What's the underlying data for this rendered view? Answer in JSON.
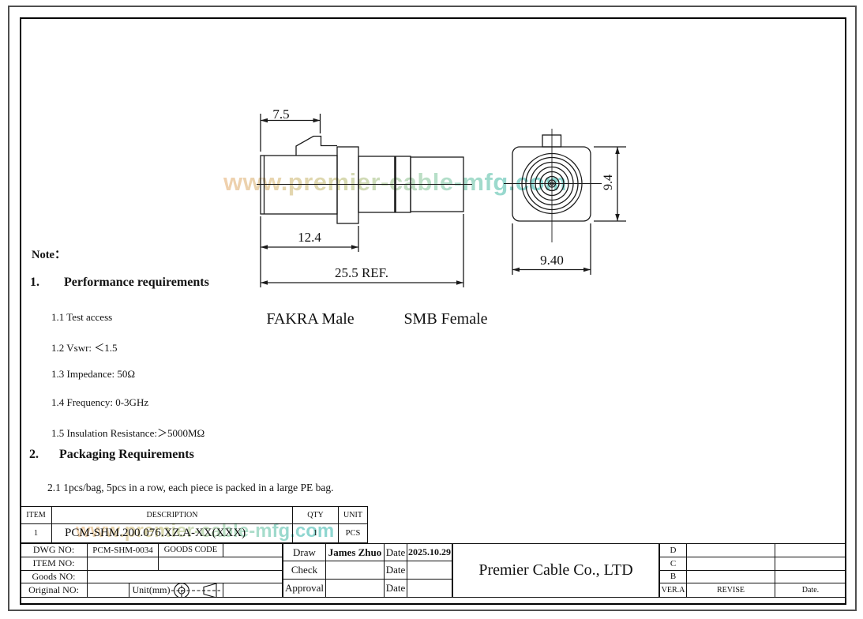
{
  "watermark": {
    "text": "www.premier-cable-mfg.com",
    "gradient_colors": [
      "#eec9a0",
      "#d6d2a0",
      "#aadabf",
      "#7bd0c8"
    ]
  },
  "drawing": {
    "dims": {
      "top_width": "7.5",
      "body_length": "12.4",
      "overall_length": "25.5 REF.",
      "front_height": "9.4",
      "front_width": "9.40"
    },
    "labels": {
      "left_view": "FAKRA Male",
      "right_view": "SMB Female"
    }
  },
  "notes": {
    "heading": "Note：",
    "sections": [
      {
        "number": "1.",
        "title": "Performance requirements",
        "items": [
          "1.1 Test access",
          "1.2 Vswr: ＜1.5",
          "1.3 Impedance: 50Ω",
          "1.4 Frequency: 0-3GHz",
          "1.5 Insulation Resistance:＞5000MΩ"
        ]
      },
      {
        "number": "2.",
        "title": "Packaging Requirements",
        "items": [
          "2.1 1pcs/bag, 5pcs in a row, each piece is packed in a large PE bag."
        ]
      }
    ]
  },
  "parts_table": {
    "headers": {
      "item": "ITEM",
      "description": "DESCRIPTION",
      "qty": "QTY",
      "unit": "UNIT"
    },
    "row": {
      "item": "1",
      "description": "PCM-SHM.200.076.XZ.A-XX(XXX)",
      "qty": "1",
      "unit": "PCS"
    }
  },
  "title_block": {
    "dwg_no_label": "DWG NO:",
    "dwg_no_value": "PCM-SHM-0034",
    "goods_code_label": "GOODS CODE",
    "item_no_label": "ITEM NO:",
    "goods_no_label": "Goods NO:",
    "original_no_label": "Original NO:",
    "unit_label": "Unit(mm)",
    "sign_rows": [
      {
        "role": "Draw",
        "name": "James Zhuo",
        "date_label": "Date",
        "date": "2025.10.29"
      },
      {
        "role": "Check",
        "name": "",
        "date_label": "Date",
        "date": ""
      },
      {
        "role": "Approval",
        "name": "",
        "date_label": "Date",
        "date": ""
      }
    ],
    "company": "Premier Cable Co., LTD",
    "revision": {
      "letters": [
        "D",
        "C",
        "B"
      ],
      "ver": "VER.A",
      "revise": "REVISE",
      "date": "Date."
    }
  }
}
